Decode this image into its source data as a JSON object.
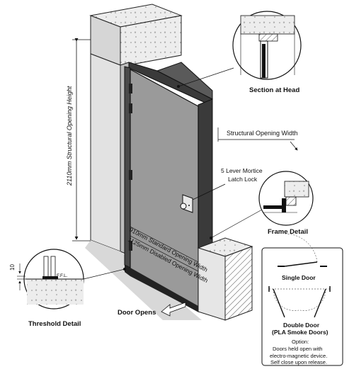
{
  "labels": {
    "section_at_head": "Section at Head",
    "structural_opening_width": "Structural Opening Width",
    "latch_lock_line1": "5 Lever Mortice",
    "latch_lock_line2": "Latch Lock",
    "frame_detail": "Frame Detail",
    "structural_opening_height": "2110mm Structural Opening Height",
    "standard_opening_width": "910mm Standard Opening Width",
    "disabled_opening_width": "1125mm Disabled Opening Width",
    "dim_10": "10",
    "ffl": "F.F.L.",
    "threshold_detail": "Threshold Detail",
    "door_opens": "Door Opens",
    "single_door": "Single Door",
    "double_door_line1": "Double Door",
    "double_door_line2": "(PLA Smoke Doors)",
    "option_line1": "Option:",
    "option_line2": "Doors held open with",
    "option_line3": "electro-magnetic device.",
    "option_line4": "Self close upon release."
  },
  "colors": {
    "door_panel": "#9a9a9a",
    "frame_dark": "#3a3a3a",
    "wall_light": "#e2e2e2",
    "wall_mid": "#bdbdbd"
  }
}
